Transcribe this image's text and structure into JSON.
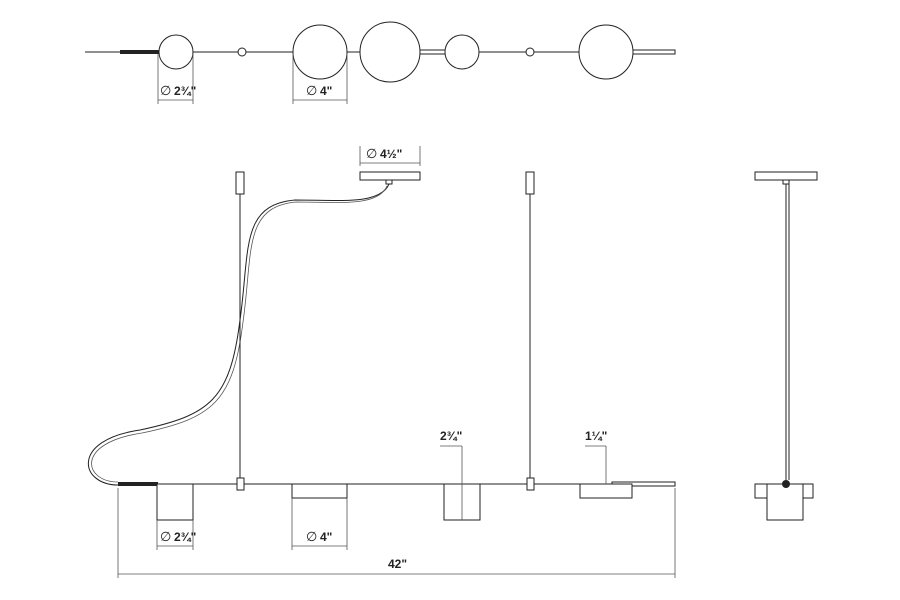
{
  "dimensions": {
    "top_small_dia": "2¾\"",
    "top_large_dia": "4\"",
    "canopy_dia": "4½\"",
    "height_large": "2¾\"",
    "height_small": "1¼\"",
    "bottom_small_dia": "2¾\"",
    "bottom_large_dia": "4\"",
    "overall_length": "42\""
  },
  "symbols": {
    "diameter": "∅"
  }
}
